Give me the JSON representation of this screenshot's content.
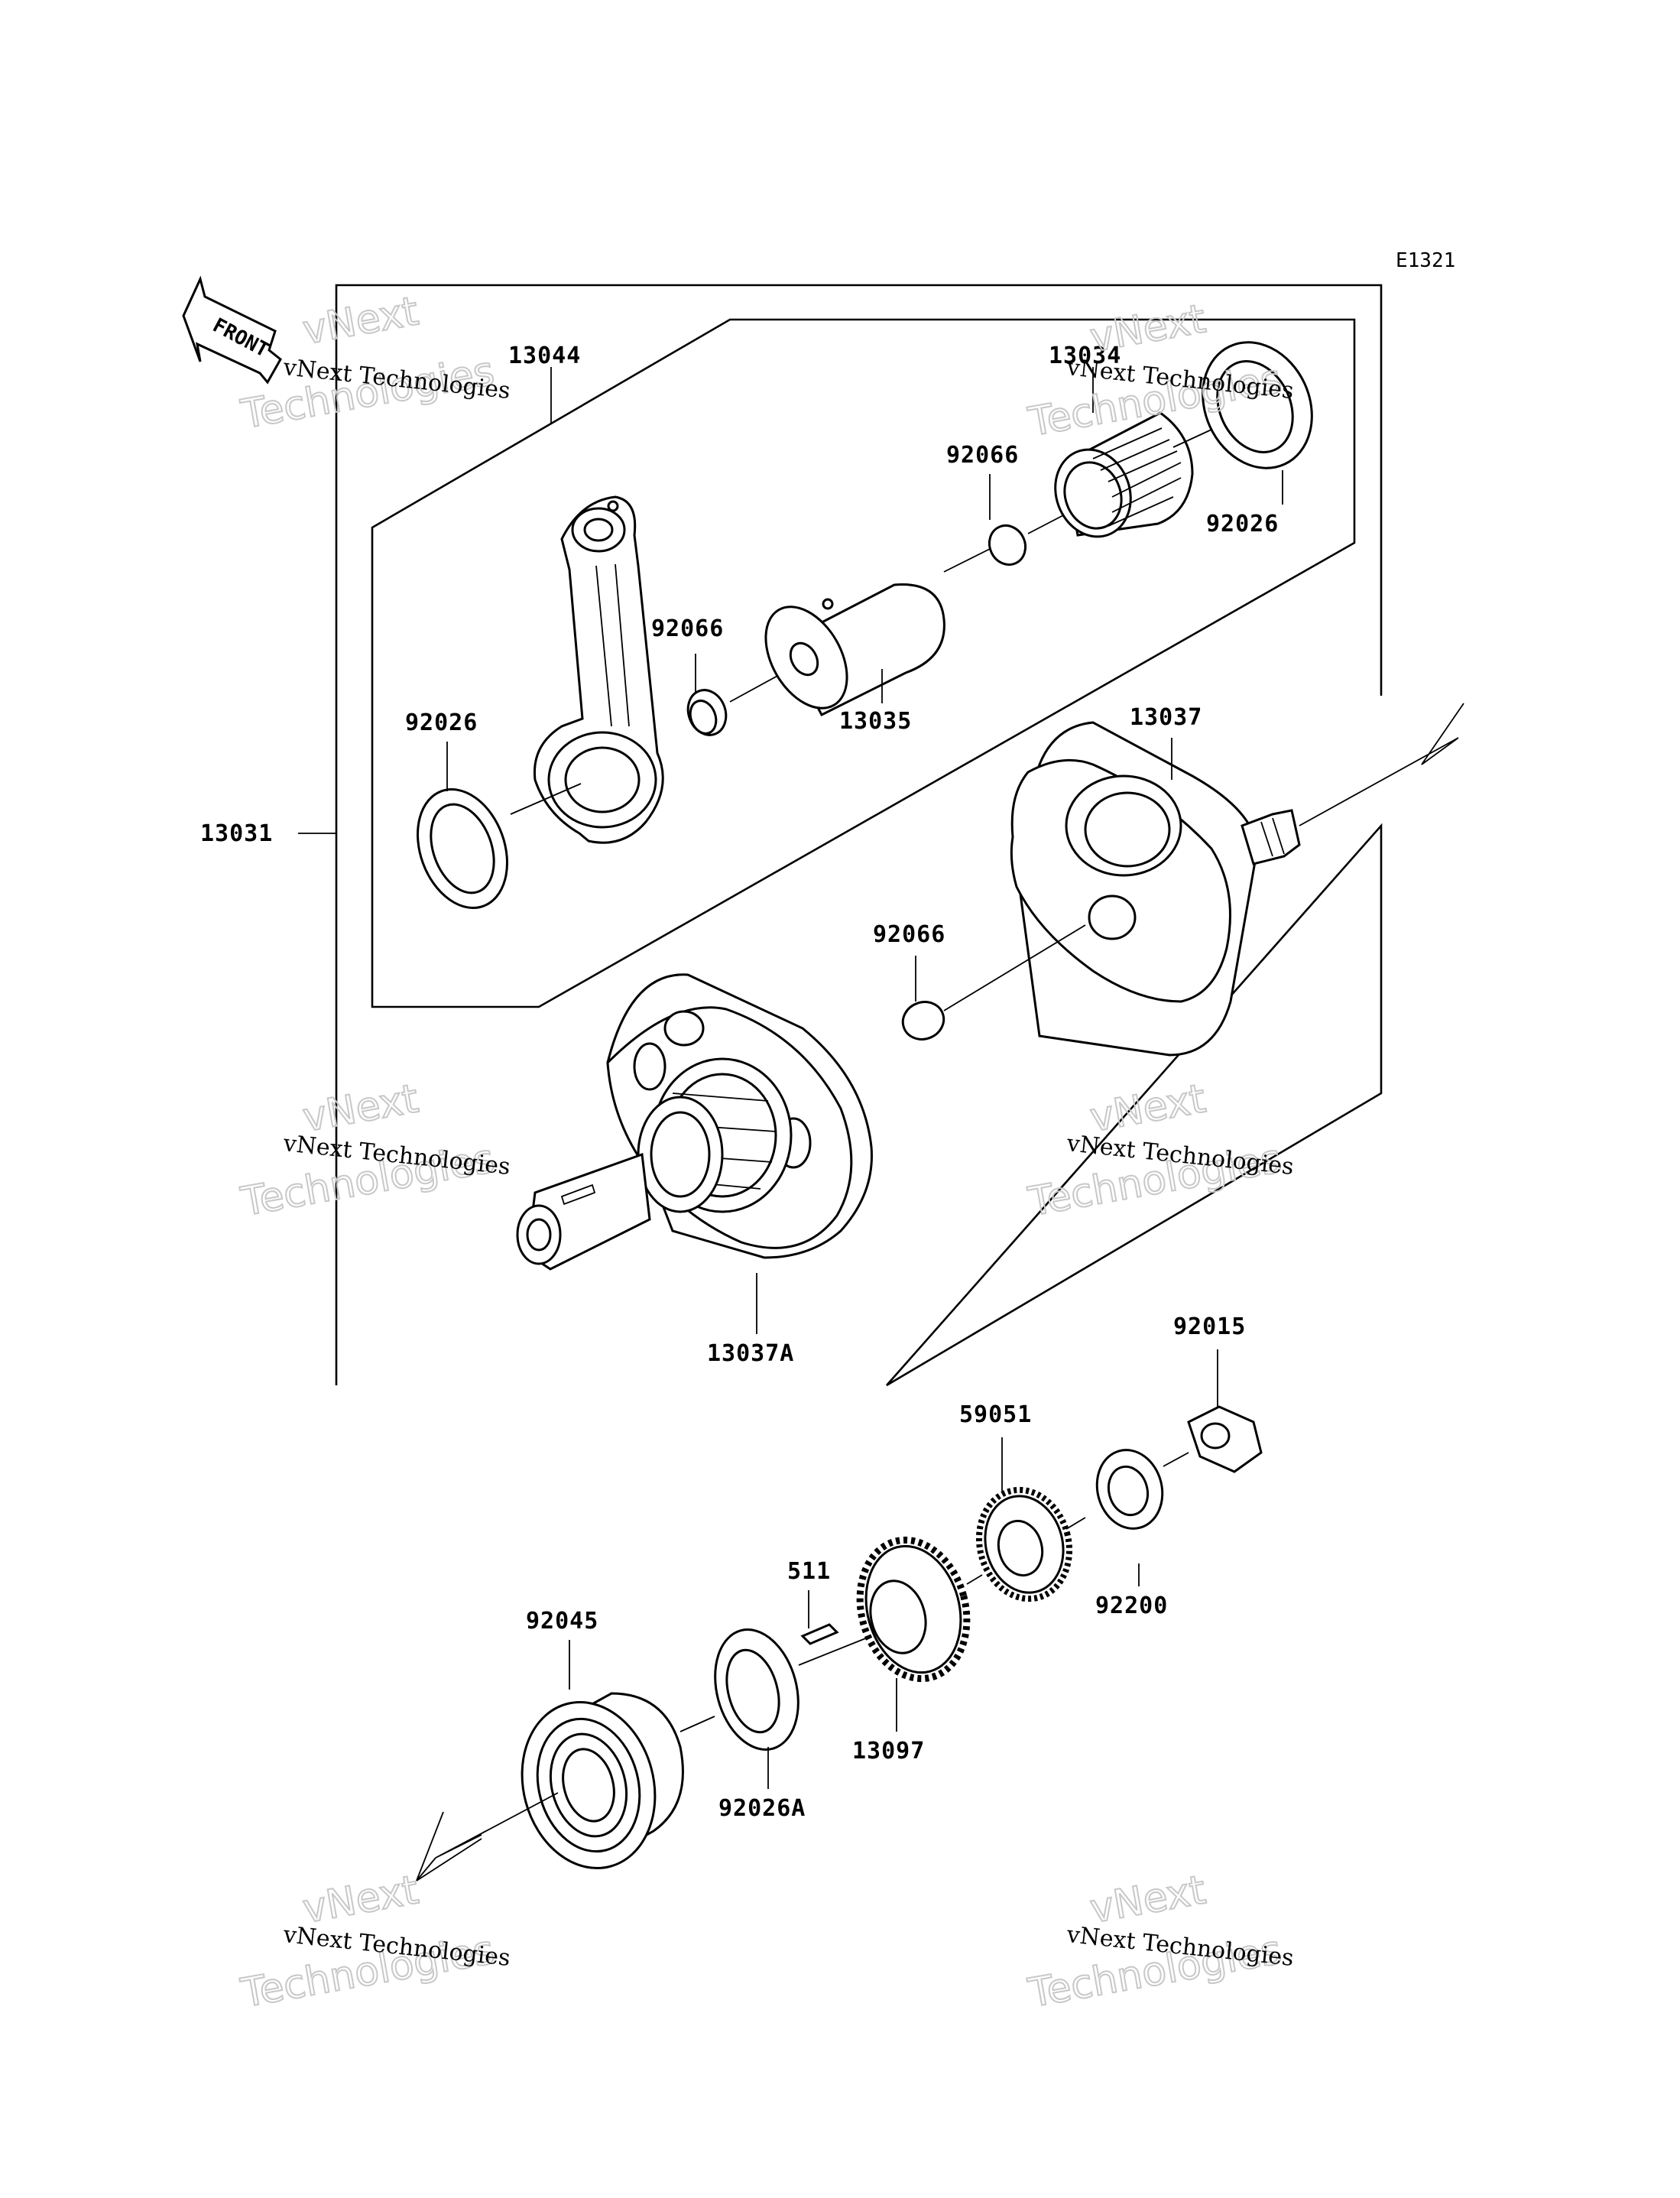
{
  "diagram": {
    "code": "E1321",
    "front_label": "FRONT",
    "parts": {
      "p13044": "13044",
      "p13034": "13034",
      "p92066a": "92066",
      "p92026a": "92026",
      "p92066b": "92066",
      "p92026b": "92026",
      "p13035": "13035",
      "p13037": "13037",
      "p13031": "13031",
      "p92066c": "92066",
      "p13037A": "13037A",
      "p92015": "92015",
      "p59051": "59051",
      "p511": "511",
      "p92200": "92200",
      "p92045": "92045",
      "p13097": "13097",
      "p92026A": "92026A"
    },
    "watermark": {
      "small": "vNext Technologies",
      "big_line1": "vNext",
      "big_line2": "Technologies"
    }
  }
}
